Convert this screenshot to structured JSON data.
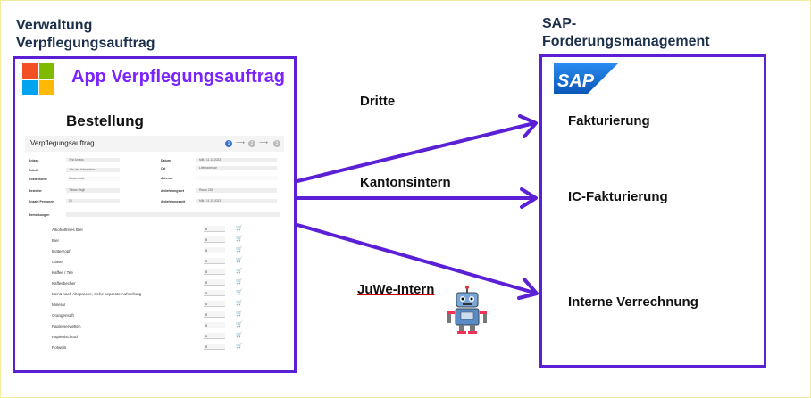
{
  "left_heading": {
    "line1": "Verwaltung",
    "line2": "Verpflegungsauftrag"
  },
  "right_heading": {
    "line1": "SAP-",
    "line2": "Forderungsmanagement"
  },
  "app": {
    "title": "App Verpflegungsauftrag",
    "section": "Bestellung",
    "form": {
      "title": "Verpflegungsauftrag",
      "steps": [
        "1",
        "2",
        "3"
      ],
      "fields": [
        {
          "label": "Anlass",
          "value": "Test Anlass"
        },
        {
          "label": "Rubrik",
          "value": "Jahr der Information"
        },
        {
          "label": "Kostenstelle",
          "value": "Kostenstelle"
        },
        {
          "label": "Besteller",
          "value": "Tobias Regli"
        },
        {
          "label": "Anzahl Personen",
          "value": "25"
        },
        {
          "label": "Bemerkungen",
          "value": ""
        },
        {
          "label": "Datum",
          "value": "Mitt., 11.11.2023"
        },
        {
          "label": "Ort",
          "value": "Lieferadresse"
        },
        {
          "label": "Adresse",
          "value": ""
        },
        {
          "label": "Anlieferungsort",
          "value": "Raum 236"
        },
        {
          "label": "Anlieferungszeit",
          "value": "Mitt., 11.11.2023"
        }
      ],
      "items": [
        {
          "name": "Alkoholfreies Bier",
          "qty": "0"
        },
        {
          "name": "Bier",
          "qty": "0"
        },
        {
          "name": "Butterzopf",
          "qty": "0"
        },
        {
          "name": "Gläser",
          "qty": "0"
        },
        {
          "name": "Kaffee / Tee",
          "qty": "0"
        },
        {
          "name": "Kaffeebecher",
          "qty": "0"
        },
        {
          "name": "Menü nach Absprache, siehe separate Aufstellung",
          "qty": "0"
        },
        {
          "name": "Mineral",
          "qty": "0"
        },
        {
          "name": "Orangensaft",
          "qty": "0"
        },
        {
          "name": "Papierservietten",
          "qty": "0"
        },
        {
          "name": "Papiertischtuch",
          "qty": "0"
        },
        {
          "name": "Rotwein",
          "qty": "0"
        }
      ]
    }
  },
  "flows": {
    "dritte": "Dritte",
    "kantonsintern": "Kantonsintern",
    "juwe": "JuWe-Intern"
  },
  "sap": {
    "logo_text": "SAP",
    "items": [
      "Fakturierung",
      "IC-Fakturierung",
      "Interne Verrechnung"
    ]
  },
  "colors": {
    "frame_purple": "#5b1fd6",
    "app_title": "#7a22ff",
    "sap_blue": "#1d6cd6",
    "heading_navy": "#1c2f4a"
  },
  "icons": [
    "microsoft-logo-icon",
    "sap-logo-icon",
    "robot-icon",
    "arrow-icon",
    "cart-icon"
  ]
}
